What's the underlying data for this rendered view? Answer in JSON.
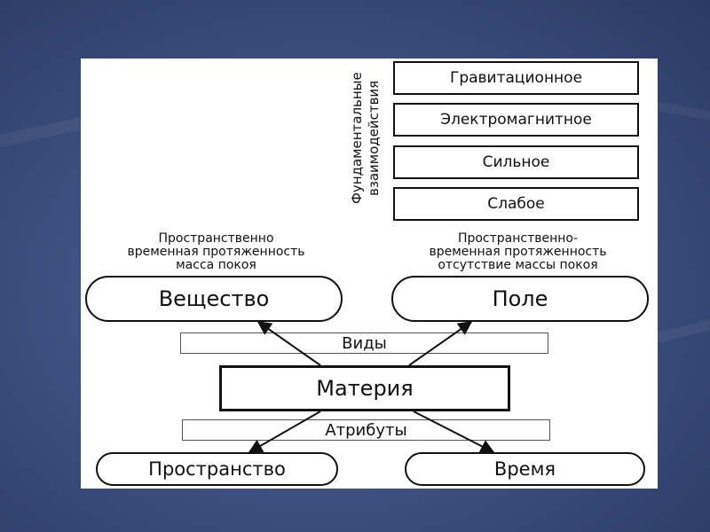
{
  "diagram": {
    "fundamental_label_line1": "Фундаментальные",
    "fundamental_label_line2": "взаимодействия",
    "interactions": [
      "Гравитационное",
      "Электромагнитное",
      "Сильное",
      "Слабое"
    ],
    "substance_desc": [
      "Пространственно",
      "временная протяженность",
      "масса покоя"
    ],
    "field_desc": [
      "Пространственно-",
      "временная протяженность",
      "отсутствие массы покоя"
    ],
    "substance": "Вещество",
    "field": "Поле",
    "types": "Виды",
    "matter": "Материя",
    "attributes": "Атрибуты",
    "space": "Пространство",
    "time": "Время"
  }
}
